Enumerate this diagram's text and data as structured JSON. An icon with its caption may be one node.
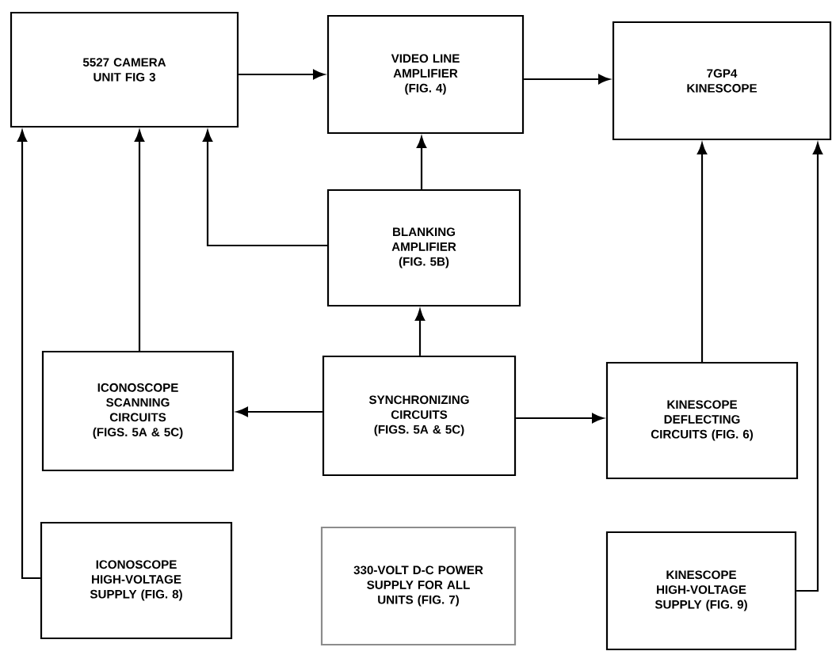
{
  "diagram": {
    "nodes": [
      {
        "text": [
          "5527 CAMERA UNIT FIG 3"
        ]
      },
      {
        "text": [
          "VIDEO LINE AMPLIFIER (FIG. 4)"
        ]
      },
      {
        "text": [
          "7GP4 KINESCOPE"
        ]
      },
      {
        "text": [
          "BLANKING AMPLIFIER (FIG. 5B)"
        ]
      },
      {
        "text": [
          "ICONOSCOPE SCANNING CIRCUITS (FIGS. 5A & 5C)"
        ]
      },
      {
        "text": [
          "SYNCHRONIZING CIRCUITS (FIGS. 5A & 5C)"
        ]
      },
      {
        "text": [
          "KINESCOPE DEFLECTING CIRCUITS (FIG. 6)"
        ]
      },
      {
        "text": [
          "ICONOSCOPE HIGH-VOLTAGE SUPPLY (FIG. 8)"
        ]
      },
      {
        "text": [
          "330-VOLT D-C POWER SUPPLY FOR ALL UNITS (FIG. 7)"
        ]
      },
      {
        "text": [
          "KINESCOPE HIGH-VOLTAGE SUPPLY (FIG. 9)"
        ]
      }
    ],
    "edges": [
      {
        "from": 0,
        "to": 1,
        "arrow": "to"
      },
      {
        "from": 1,
        "to": 2,
        "arrow": "to"
      },
      {
        "from": 3,
        "to": 1,
        "arrow": "to"
      },
      {
        "from": 3,
        "to": 0,
        "arrow": "to"
      },
      {
        "from": 5,
        "to": 3,
        "arrow": "to"
      },
      {
        "from": 5,
        "to": 4,
        "arrow": "to"
      },
      {
        "from": 5,
        "to": 6,
        "arrow": "to"
      },
      {
        "from": 4,
        "to": 0,
        "arrow": "to"
      },
      {
        "from": 7,
        "to": 0,
        "arrow": "to"
      },
      {
        "from": 6,
        "to": 2,
        "arrow": "to"
      },
      {
        "from": 9,
        "to": 2,
        "arrow": "to"
      }
    ]
  }
}
